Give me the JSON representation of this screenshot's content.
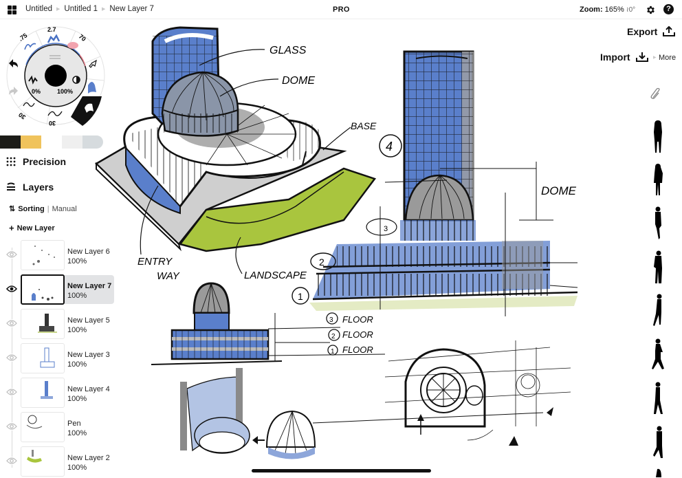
{
  "topbar": {
    "breadcrumbs": [
      "Untitled",
      "Untitled 1",
      "New Layer 7"
    ],
    "plan_label": "PRO",
    "zoom_label": "Zoom:",
    "zoom_value": "165%",
    "rotation_value": "≀0°",
    "settings_icon": "gear-icon",
    "help_icon": "help-icon",
    "help_glyph": "?"
  },
  "tool_wheel": {
    "smoothing": ".75",
    "size": "2.7",
    "opacity": "70",
    "pressure_curve_left": "30",
    "pressure_curve_bottom": "30",
    "opacity_slider": "0%",
    "contrast_slider": "100%",
    "active_tool": "marker"
  },
  "colors": {
    "swatches": [
      "#1c1c18",
      "#f0c35c",
      "#ffffff",
      "#efefef",
      "#d6dbde"
    ],
    "accent_blue": "#4a72c4",
    "selected_row": "#e2e3e5",
    "landscape_green": "#a9c53e"
  },
  "sidebar": {
    "precision_label": "Precision",
    "layers_label": "Layers",
    "sorting_label": "Sorting",
    "sorting_mode": "Manual",
    "new_layer_label": "New Layer"
  },
  "layers": [
    {
      "name": "New Layer 6",
      "opacity": "100%",
      "visible": false,
      "active": false
    },
    {
      "name": "New Layer 7",
      "opacity": "100%",
      "visible": true,
      "active": true
    },
    {
      "name": "New Layer 5",
      "opacity": "100%",
      "visible": false,
      "active": false
    },
    {
      "name": "New Layer 3",
      "opacity": "100%",
      "visible": false,
      "active": false
    },
    {
      "name": "New Layer 4",
      "opacity": "100%",
      "visible": false,
      "active": false
    },
    {
      "name": "Pen",
      "opacity": "100%",
      "visible": false,
      "active": false
    },
    {
      "name": "New Layer 2",
      "opacity": "100%",
      "visible": false,
      "active": false
    }
  ],
  "right_panel": {
    "export_label": "Export",
    "import_label": "Import",
    "more_label": "More",
    "library_items": [
      "woman-standing",
      "woman-standing-2",
      "woman-standing-side",
      "man-standing",
      "woman-walking",
      "woman-walking-2",
      "woman-walking-3",
      "man-walking",
      "person-partial"
    ]
  },
  "sketch_annotations": {
    "glass": "GLASS",
    "dome_1": "DOME",
    "base": "BASE",
    "number_4": "4",
    "dome_2": "DOME",
    "entry_way_1": "ENTRY",
    "entry_way_2": "WAY",
    "landscape": "LANDSCAPE",
    "num_3": "3",
    "num_2": "2",
    "num_1": "1",
    "floor_3": "FLOOR",
    "floor_2": "FLOOR",
    "floor_1": "FLOOR",
    "floor_num_3": "3",
    "floor_num_2": "2",
    "floor_num_1": "1"
  }
}
